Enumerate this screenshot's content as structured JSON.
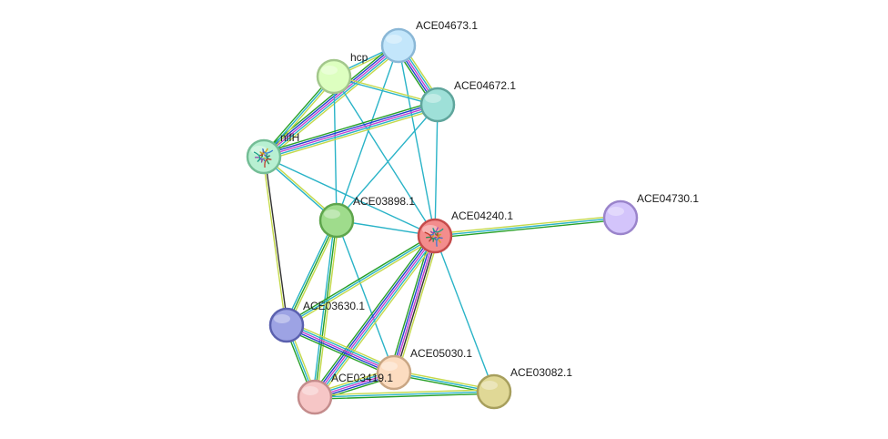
{
  "nodes": [
    {
      "id": "ACE04673.1",
      "label": "ACE04673.1",
      "fill": "#c3e6fb",
      "stroke": "#8ab7d6",
      "icon": "none"
    },
    {
      "id": "hcp",
      "label": "hcp",
      "fill": "#ddffc0",
      "stroke": "#a3c78c",
      "icon": "none"
    },
    {
      "id": "ACE04672.1",
      "label": "ACE04672.1",
      "fill": "#9ee0d8",
      "stroke": "#5fa59c",
      "icon": "none"
    },
    {
      "id": "nifH",
      "label": "nifH",
      "fill": "#b8f0d2",
      "stroke": "#74bd96",
      "icon": "protein-structure-icon"
    },
    {
      "id": "ACE03898.1",
      "label": "ACE03898.1",
      "fill": "#9fdc8c",
      "stroke": "#5ea54c",
      "icon": "none"
    },
    {
      "id": "ACE04240.1",
      "label": "ACE04240.1",
      "fill": "#f38d8d",
      "stroke": "#c54b4b",
      "icon": "protein-structure-icon"
    },
    {
      "id": "ACE04730.1",
      "label": "ACE04730.1",
      "fill": "#d3c4fb",
      "stroke": "#9a84cb",
      "icon": "none"
    },
    {
      "id": "ACE03630.1",
      "label": "ACE03630.1",
      "fill": "#9da3e4",
      "stroke": "#5a60ae",
      "icon": "none"
    },
    {
      "id": "ACE05030.1",
      "label": "ACE05030.1",
      "fill": "#fcdcc0",
      "stroke": "#c9a684",
      "icon": "none"
    },
    {
      "id": "ACE03419.1",
      "label": "ACE03419.1",
      "fill": "#f6c6c6",
      "stroke": "#c48c8c",
      "icon": "none"
    },
    {
      "id": "ACE03082.1",
      "label": "ACE03082.1",
      "fill": "#e0d896",
      "stroke": "#a79f5d",
      "icon": "none"
    }
  ],
  "edge_colors": {
    "database": "#29b3c7",
    "experiments": "#c23fd0",
    "textmining": "#c4d94a",
    "coexpression": "#333333",
    "neighborhood": "#28a028",
    "cooccurrence": "#2040cc",
    "homology": "#b0b0f0",
    "fusion": "#e02020"
  },
  "edges": [
    {
      "source": "ACE04673.1",
      "target": "hcp",
      "evidence": [
        "textmining",
        "database"
      ]
    },
    {
      "source": "ACE04673.1",
      "target": "ACE04672.1",
      "evidence": [
        "textmining",
        "database",
        "experiments",
        "cooccurrence",
        "neighborhood"
      ]
    },
    {
      "source": "ACE04673.1",
      "target": "nifH",
      "evidence": [
        "textmining",
        "database",
        "experiments",
        "cooccurrence",
        "neighborhood"
      ]
    },
    {
      "source": "ACE04673.1",
      "target": "ACE03898.1",
      "evidence": [
        "database"
      ]
    },
    {
      "source": "ACE04673.1",
      "target": "ACE04240.1",
      "evidence": [
        "database"
      ]
    },
    {
      "source": "hcp",
      "target": "ACE04672.1",
      "evidence": [
        "textmining",
        "database"
      ]
    },
    {
      "source": "hcp",
      "target": "nifH",
      "evidence": [
        "textmining",
        "database",
        "neighborhood"
      ]
    },
    {
      "source": "hcp",
      "target": "ACE03898.1",
      "evidence": [
        "database"
      ]
    },
    {
      "source": "hcp",
      "target": "ACE04240.1",
      "evidence": [
        "database"
      ]
    },
    {
      "source": "ACE04672.1",
      "target": "nifH",
      "evidence": [
        "textmining",
        "database",
        "experiments",
        "cooccurrence",
        "neighborhood"
      ]
    },
    {
      "source": "ACE04672.1",
      "target": "ACE03898.1",
      "evidence": [
        "database"
      ]
    },
    {
      "source": "ACE04672.1",
      "target": "ACE04240.1",
      "evidence": [
        "database"
      ]
    },
    {
      "source": "nifH",
      "target": "ACE03898.1",
      "evidence": [
        "textmining",
        "database"
      ]
    },
    {
      "source": "nifH",
      "target": "ACE04240.1",
      "evidence": [
        "database"
      ]
    },
    {
      "source": "nifH",
      "target": "ACE03630.1",
      "evidence": [
        "coexpression",
        "textmining"
      ]
    },
    {
      "source": "ACE03898.1",
      "target": "ACE04240.1",
      "evidence": [
        "database"
      ]
    },
    {
      "source": "ACE03898.1",
      "target": "ACE03630.1",
      "evidence": [
        "textmining",
        "neighborhood",
        "database"
      ]
    },
    {
      "source": "ACE03898.1",
      "target": "ACE03419.1",
      "evidence": [
        "textmining",
        "neighborhood",
        "database"
      ]
    },
    {
      "source": "ACE03898.1",
      "target": "ACE05030.1",
      "evidence": [
        "database"
      ]
    },
    {
      "source": "ACE04240.1",
      "target": "ACE04730.1",
      "evidence": [
        "textmining",
        "database",
        "neighborhood"
      ]
    },
    {
      "source": "ACE04240.1",
      "target": "ACE03630.1",
      "evidence": [
        "textmining",
        "database",
        "neighborhood"
      ]
    },
    {
      "source": "ACE04240.1",
      "target": "ACE05030.1",
      "evidence": [
        "textmining",
        "coexpression",
        "experiments",
        "cooccurrence",
        "neighborhood"
      ]
    },
    {
      "source": "ACE04240.1",
      "target": "ACE03419.1",
      "evidence": [
        "textmining",
        "database",
        "experiments",
        "cooccurrence",
        "neighborhood"
      ]
    },
    {
      "source": "ACE04240.1",
      "target": "ACE03082.1",
      "evidence": [
        "database"
      ]
    },
    {
      "source": "ACE03630.1",
      "target": "ACE03419.1",
      "evidence": [
        "textmining",
        "database",
        "neighborhood"
      ]
    },
    {
      "source": "ACE03630.1",
      "target": "ACE05030.1",
      "evidence": [
        "textmining",
        "database",
        "experiments",
        "cooccurrence",
        "neighborhood"
      ]
    },
    {
      "source": "ACE03419.1",
      "target": "ACE05030.1",
      "evidence": [
        "textmining",
        "database",
        "experiments",
        "cooccurrence",
        "neighborhood"
      ]
    },
    {
      "source": "ACE05030.1",
      "target": "ACE03082.1",
      "evidence": [
        "textmining",
        "database",
        "neighborhood"
      ]
    },
    {
      "source": "ACE03419.1",
      "target": "ACE03082.1",
      "evidence": [
        "textmining",
        "database",
        "neighborhood"
      ]
    }
  ]
}
